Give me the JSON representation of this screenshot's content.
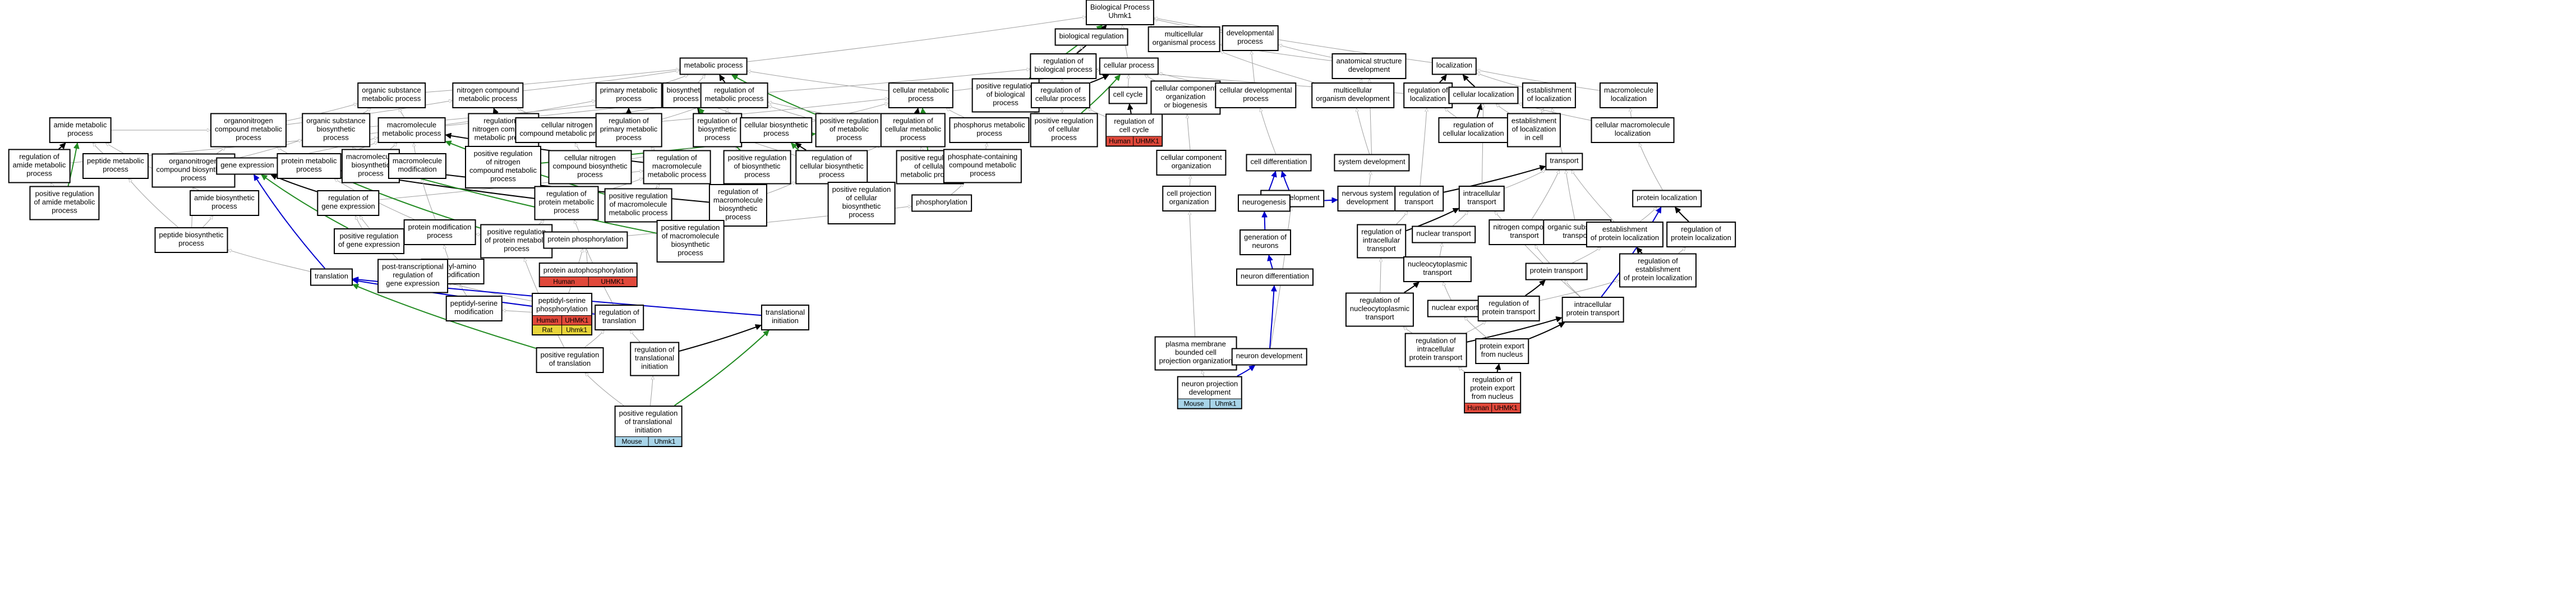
{
  "colors": {
    "is_a": "#a0a0a0",
    "part_of": "#000000",
    "positively_regulates": "#228b22",
    "regulates_blue": "#0000cc",
    "human": "#e0483a",
    "rat": "#e8d43a",
    "mouse": "#a8d4e8"
  },
  "nodes": [
    {
      "id": "bp",
      "label": "Biological Process\nUhmk1"
    },
    {
      "id": "bioreg",
      "label": "biological regulation"
    },
    {
      "id": "multi",
      "label": "multicellular\norganismal process"
    },
    {
      "id": "devproc",
      "label": "developmental\nprocess"
    },
    {
      "id": "metab",
      "label": "metabolic process"
    },
    {
      "id": "cellproc",
      "label": "cellular process"
    },
    {
      "id": "locz",
      "label": "localization"
    },
    {
      "id": "anat",
      "label": "anatomical structure\ndevelopment"
    },
    {
      "id": "regbio",
      "label": "regulation of\nbiological process"
    },
    {
      "id": "orgsub",
      "label": "organic substance\nmetabolic process"
    },
    {
      "id": "nitro",
      "label": "nitrogen compound\nmetabolic process"
    },
    {
      "id": "primary",
      "label": "primary metabolic\nprocess"
    },
    {
      "id": "biosyn",
      "label": "biosynthetic\nprocess"
    },
    {
      "id": "regmet",
      "label": "regulation of\nmetabolic process"
    },
    {
      "id": "cellmet",
      "label": "cellular metabolic\nprocess"
    },
    {
      "id": "posregbio",
      "label": "positive regulation\nof biological\nprocess"
    },
    {
      "id": "regcell",
      "label": "regulation of\ncellular process"
    },
    {
      "id": "cellcycle",
      "label": "cell cycle"
    },
    {
      "id": "ccorg",
      "label": "cellular component\norganization\nor biogenesis"
    },
    {
      "id": "celldev",
      "label": "cellular developmental\nprocess"
    },
    {
      "id": "multidev",
      "label": "multicellular\norganism development"
    },
    {
      "id": "regloc",
      "label": "regulation of\nlocalization"
    },
    {
      "id": "cellloc",
      "label": "cellular localization"
    },
    {
      "id": "estloc",
      "label": "establishment\nof localization"
    },
    {
      "id": "macroloc",
      "label": "macromolecule\nlocalization"
    },
    {
      "id": "amide",
      "label": "amide metabolic\nprocess"
    },
    {
      "id": "orgnitro",
      "label": "organonitrogen\ncompound metabolic\nprocess"
    },
    {
      "id": "orgsubbio",
      "label": "organic substance\nbiosynthetic\nprocess"
    },
    {
      "id": "macromet",
      "label": "macromolecule\nmetabolic process"
    },
    {
      "id": "regnitro",
      "label": "regulation of\nnitrogen compound\nmetabolic process"
    },
    {
      "id": "cellnitro",
      "label": "cellular nitrogen\ncompound metabolic process"
    },
    {
      "id": "regprim",
      "label": "regulation of\nprimary metabolic\nprocess"
    },
    {
      "id": "regbiosyn",
      "label": "regulation of\nbiosynthetic\nprocess"
    },
    {
      "id": "cellbiosyn",
      "label": "cellular biosynthetic\nprocess"
    },
    {
      "id": "posregmet",
      "label": "positive regulation\nof metabolic\nprocess"
    },
    {
      "id": "regcellmet",
      "label": "regulation of\ncellular metabolic\nprocess"
    },
    {
      "id": "phosmet",
      "label": "phosphorus metabolic\nprocess"
    },
    {
      "id": "posregcell",
      "label": "positive regulation\nof cellular\nprocess"
    },
    {
      "id": "regcc",
      "label": "regulation of\ncell cycle",
      "ann": [
        [
          "Human",
          "UHMK1"
        ]
      ]
    },
    {
      "id": "ccorg2",
      "label": "cellular component\norganization"
    },
    {
      "id": "celldiff",
      "label": "cell differentiation"
    },
    {
      "id": "sysdev",
      "label": "system development"
    },
    {
      "id": "regcellloc",
      "label": "regulation of\ncellular localization"
    },
    {
      "id": "estlocincell",
      "label": "establishment\nof localization\nin cell"
    },
    {
      "id": "cellmacroloc",
      "label": "cellular macromolecule\nlocalization"
    },
    {
      "id": "regamide",
      "label": "regulation of\namide metabolic\nprocess"
    },
    {
      "id": "peptidemet",
      "label": "peptide metabolic\nprocess"
    },
    {
      "id": "orgnitrobio",
      "label": "organonitrogen\ncompound biosynthetic\nprocess"
    },
    {
      "id": "geneexp",
      "label": "gene expression"
    },
    {
      "id": "proteinmet",
      "label": "protein metabolic\nprocess"
    },
    {
      "id": "macrobio",
      "label": "macromolecule\nbiosynthetic\nprocess"
    },
    {
      "id": "macromod",
      "label": "macromolecule\nmodification"
    },
    {
      "id": "posregnitro",
      "label": "positive regulation\nof nitrogen\ncompound metabolic\nprocess"
    },
    {
      "id": "cellnitrobio",
      "label": "cellular nitrogen\ncompound biosynthetic\nprocess"
    },
    {
      "id": "regmacromet",
      "label": "regulation of\nmacromolecule\nmetabolic process"
    },
    {
      "id": "posregbiosyn",
      "label": "positive regulation\nof biosynthetic\nprocess"
    },
    {
      "id": "regcellbiosyn",
      "label": "regulation of\ncellular biosynthetic\nprocess"
    },
    {
      "id": "posregcellmet",
      "label": "positive regulation\nof cellular\nmetabolic process"
    },
    {
      "id": "phoscont",
      "label": "phosphate-containing\ncompound metabolic\nprocess"
    },
    {
      "id": "cellproj",
      "label": "cell projection\norganization"
    },
    {
      "id": "celldevnode",
      "label": "cell development"
    },
    {
      "id": "nervdev",
      "label": "nervous system\ndevelopment"
    },
    {
      "id": "transport",
      "label": "transport"
    },
    {
      "id": "proteinloc",
      "label": "protein localization"
    },
    {
      "id": "posregamide",
      "label": "positive regulation\nof amide metabolic\nprocess"
    },
    {
      "id": "amidebio",
      "label": "amide biosynthetic\nprocess"
    },
    {
      "id": "reggeneexp",
      "label": "regulation of\ngene expression"
    },
    {
      "id": "regproteinmet",
      "label": "regulation of\nprotein metabolic\nprocess"
    },
    {
      "id": "posregmacromet",
      "label": "positive regulation\nof macromolecule\nmetabolic process"
    },
    {
      "id": "regmacrobio",
      "label": "regulation of\nmacromolecule\nbiosynthetic\nprocess"
    },
    {
      "id": "posregcellbio",
      "label": "positive regulation\nof cellular\nbiosynthetic\nprocess"
    },
    {
      "id": "phosphorylation",
      "label": "phosphorylation"
    },
    {
      "id": "neurogenesis",
      "label": "neurogenesis"
    },
    {
      "id": "regtransport",
      "label": "regulation of\ntransport"
    },
    {
      "id": "intratransport",
      "label": "intracellular\ntransport"
    },
    {
      "id": "nitrotrans",
      "label": "nitrogen compound\ntransport"
    },
    {
      "id": "orgsubtrans",
      "label": "organic substance\ntransport"
    },
    {
      "id": "estprotloc",
      "label": "establishment\nof protein localization"
    },
    {
      "id": "regprotloc",
      "label": "regulation of\nprotein localization"
    },
    {
      "id": "peptidebio",
      "label": "peptide biosynthetic\nprocess"
    },
    {
      "id": "posreggeneexp",
      "label": "positive regulation\nof gene expression"
    },
    {
      "id": "protmod",
      "label": "protein modification\nprocess"
    },
    {
      "id": "posregprotmet",
      "label": "positive regulation\nof protein metabolic\nprocess"
    },
    {
      "id": "protphos",
      "label": "protein phosphorylation"
    },
    {
      "id": "posregmacrobio",
      "label": "positive regulation\nof macromolecule\nbiosynthetic\nprocess"
    },
    {
      "id": "genneur",
      "label": "generation of\nneurons"
    },
    {
      "id": "regintratrans",
      "label": "regulation of\nintracellular\ntransport"
    },
    {
      "id": "nucleartrans",
      "label": "nuclear transport"
    },
    {
      "id": "nucleocyto",
      "label": "nucleocytoplasmic\ntransport"
    },
    {
      "id": "proteintrans",
      "label": "protein transport"
    },
    {
      "id": "regestprot",
      "label": "regulation of\nestablishment\nof protein localization"
    },
    {
      "id": "peptidylamino",
      "label": "peptidyl-amino\nacid modification"
    },
    {
      "id": "protautophos",
      "label": "protein autophosphorylation",
      "ann": [
        [
          "Human",
          "UHMK1"
        ]
      ]
    },
    {
      "id": "translation",
      "label": "translation"
    },
    {
      "id": "posttrans",
      "label": "post-transcriptional\nregulation of\ngene expression"
    },
    {
      "id": "peptidylserine",
      "label": "peptidyl-serine\nmodification"
    },
    {
      "id": "neurondiff",
      "label": "neuron differentiation"
    },
    {
      "id": "regnucleo",
      "label": "regulation of\nnucleocytoplasmic\ntransport"
    },
    {
      "id": "nuclearexport",
      "label": "nuclear export"
    },
    {
      "id": "regprottrans",
      "label": "regulation of\nprotein transport"
    },
    {
      "id": "intraprottrans",
      "label": "intracellular\nprotein transport"
    },
    {
      "id": "peptidylserinephos",
      "label": "peptidyl-serine\nphosphorylation",
      "ann": [
        [
          "Human",
          "UHMK1"
        ],
        [
          "Rat",
          "Uhmk1"
        ]
      ]
    },
    {
      "id": "regtranslation",
      "label": "regulation of\ntranslation"
    },
    {
      "id": "transinit",
      "label": "translational\ninitiation"
    },
    {
      "id": "plasmamem",
      "label": "plasma membrane\nbounded cell\nprojection organization"
    },
    {
      "id": "neurondev",
      "label": "neuron development"
    },
    {
      "id": "regintraprot",
      "label": "regulation of\nintracellular\nprotein transport"
    },
    {
      "id": "protexport",
      "label": "protein export\nfrom nucleus"
    },
    {
      "id": "posregtranslation",
      "label": "positive regulation\nof translation"
    },
    {
      "id": "regtransinit",
      "label": "regulation of\ntranslational\ninitiation"
    },
    {
      "id": "neuronproj",
      "label": "neuron projection\ndevelopment",
      "ann": [
        [
          "Mouse",
          "Uhmk1"
        ]
      ]
    },
    {
      "id": "regprotexport",
      "label": "regulation of\nprotein export\nfrom nucleus",
      "ann": [
        [
          "Human",
          "UHMK1"
        ]
      ]
    },
    {
      "id": "posregtransinit",
      "label": "positive regulation\nof translational\ninitiation",
      "ann": [
        [
          "Mouse",
          "Uhmk1"
        ]
      ]
    }
  ]
}
